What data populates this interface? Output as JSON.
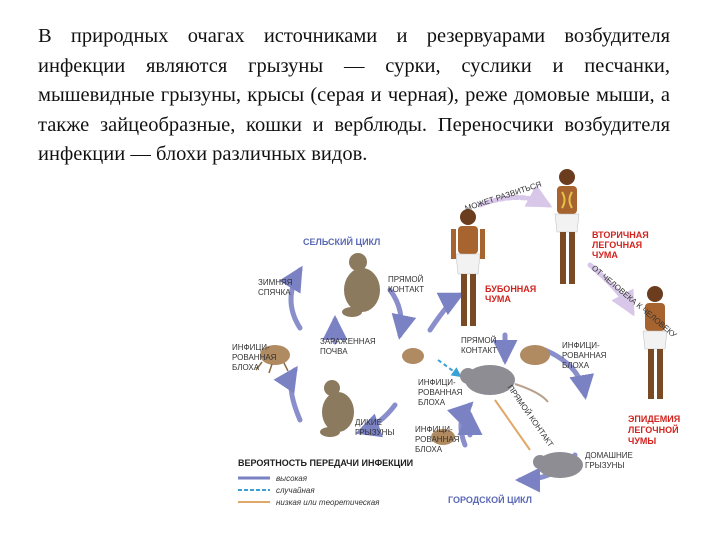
{
  "text": {
    "paragraph": "В природных очагах источниками и резервуарами возбудителя инфекции являются грызуны — сурки, суслики и песчанки, мышевидные грызуны, крысы (серая и черная), реже домовые мыши, а также зайцеобразные, кошки и верблюды. Переносчики возбудителя инфекции — блохи различных видов."
  },
  "diagram": {
    "rural_cycle": "СЕЛЬСКИЙ ЦИКЛ",
    "urban_cycle": "ГОРОДСКОЙ ЦИКЛ",
    "hibernation": [
      "ЗИМНЯЯ",
      "СПЯЧКА"
    ],
    "direct_contact_top": [
      "ПРЯМОЙ",
      "КОНТАКТ"
    ],
    "direct_contact_mid": [
      "ПРЯМОЙ",
      "КОНТАКТ"
    ],
    "infected_flea_left": [
      "ИНФИЦИ-",
      "РОВАННАЯ",
      "БЛОХА"
    ],
    "infected_soil": [
      "ЗАРАЖЕННАЯ",
      "ПОЧВА"
    ],
    "infected_flea_center": [
      "ИНФИЦИ-",
      "РОВАННАЯ",
      "БЛОХА"
    ],
    "infected_flea_right": [
      "ИНФИЦИ-",
      "РОВАННАЯ",
      "БЛОХА"
    ],
    "infected_flea_bottom": [
      "ИНФИЦИ-",
      "РОВАННАЯ",
      "БЛОХА"
    ],
    "wild_rodents": [
      "ДИКИЕ",
      "ГРЫЗУНЫ"
    ],
    "domestic_rodents": [
      "ДОМАШНИЕ",
      "ГРЫЗУНЫ"
    ],
    "bubonic_plague": [
      "БУБОННАЯ",
      "ЧУМА"
    ],
    "secondary_pneumonic": [
      "ВТОРИЧНАЯ",
      "ЛЕГОЧНАЯ",
      "ЧУМА"
    ],
    "may_develop": "МОЖЕТ РАЗВИТЬСЯ",
    "person_to_person": "ОТ ЧЕЛОВЕКА К ЧЕЛОВЕКУ",
    "direct_contact_diag": "ПРЯМОЙ КОНТАКТ",
    "epidemic": [
      "ЭПИДЕМИЯ",
      "ЛЕГОЧНОЙ",
      "ЧУМЫ"
    ],
    "legend": {
      "title": "ВЕРОЯТНОСТЬ ПЕРЕДАЧИ ИНФЕКЦИИ",
      "items": [
        {
          "label": "высокая",
          "color": "#7b82c4"
        },
        {
          "label": "случайная",
          "color": "#3aa0d8"
        },
        {
          "label": "низкая или теоретическая",
          "color": "#e0a868"
        }
      ]
    },
    "colors": {
      "arrow_high": "#7b82c4",
      "arrow_random": "#3aa0d8",
      "arrow_low": "#e0a868",
      "accent_red": "#d2231e",
      "accent_blue": "#5a68b5"
    }
  }
}
